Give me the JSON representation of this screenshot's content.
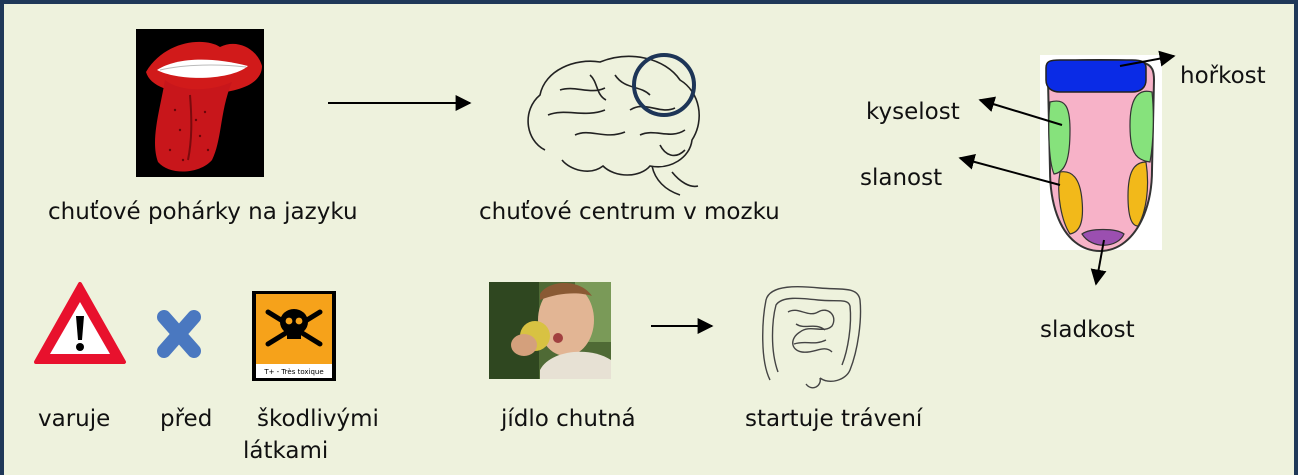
{
  "top_row": {
    "mouth_caption": "chuťové pohárky na jazyku",
    "brain_caption": "chuťové centrum v mozku"
  },
  "tongue_map": {
    "bitter": "hořkost",
    "sour": "kyselost",
    "salty": "slanost",
    "sweet": "sladkost"
  },
  "bottom_row": {
    "warns": "varuje",
    "before": "před",
    "harmful_1": "škodlivými",
    "harmful_2": "látkami",
    "toxic_sign": "T+ - Très toxique",
    "food_tastes": "jídlo chutná",
    "digestion": "startuje trávení"
  },
  "colors": {
    "frame_border": "#1f3858",
    "background": "#eef2dd",
    "bitter_zone": "#0a2be6",
    "sour_zone": "#86e27c",
    "salty_zone": "#f2b91a",
    "sweet_zone": "#9b4fb0",
    "tongue_base": "#f7b2c8"
  }
}
